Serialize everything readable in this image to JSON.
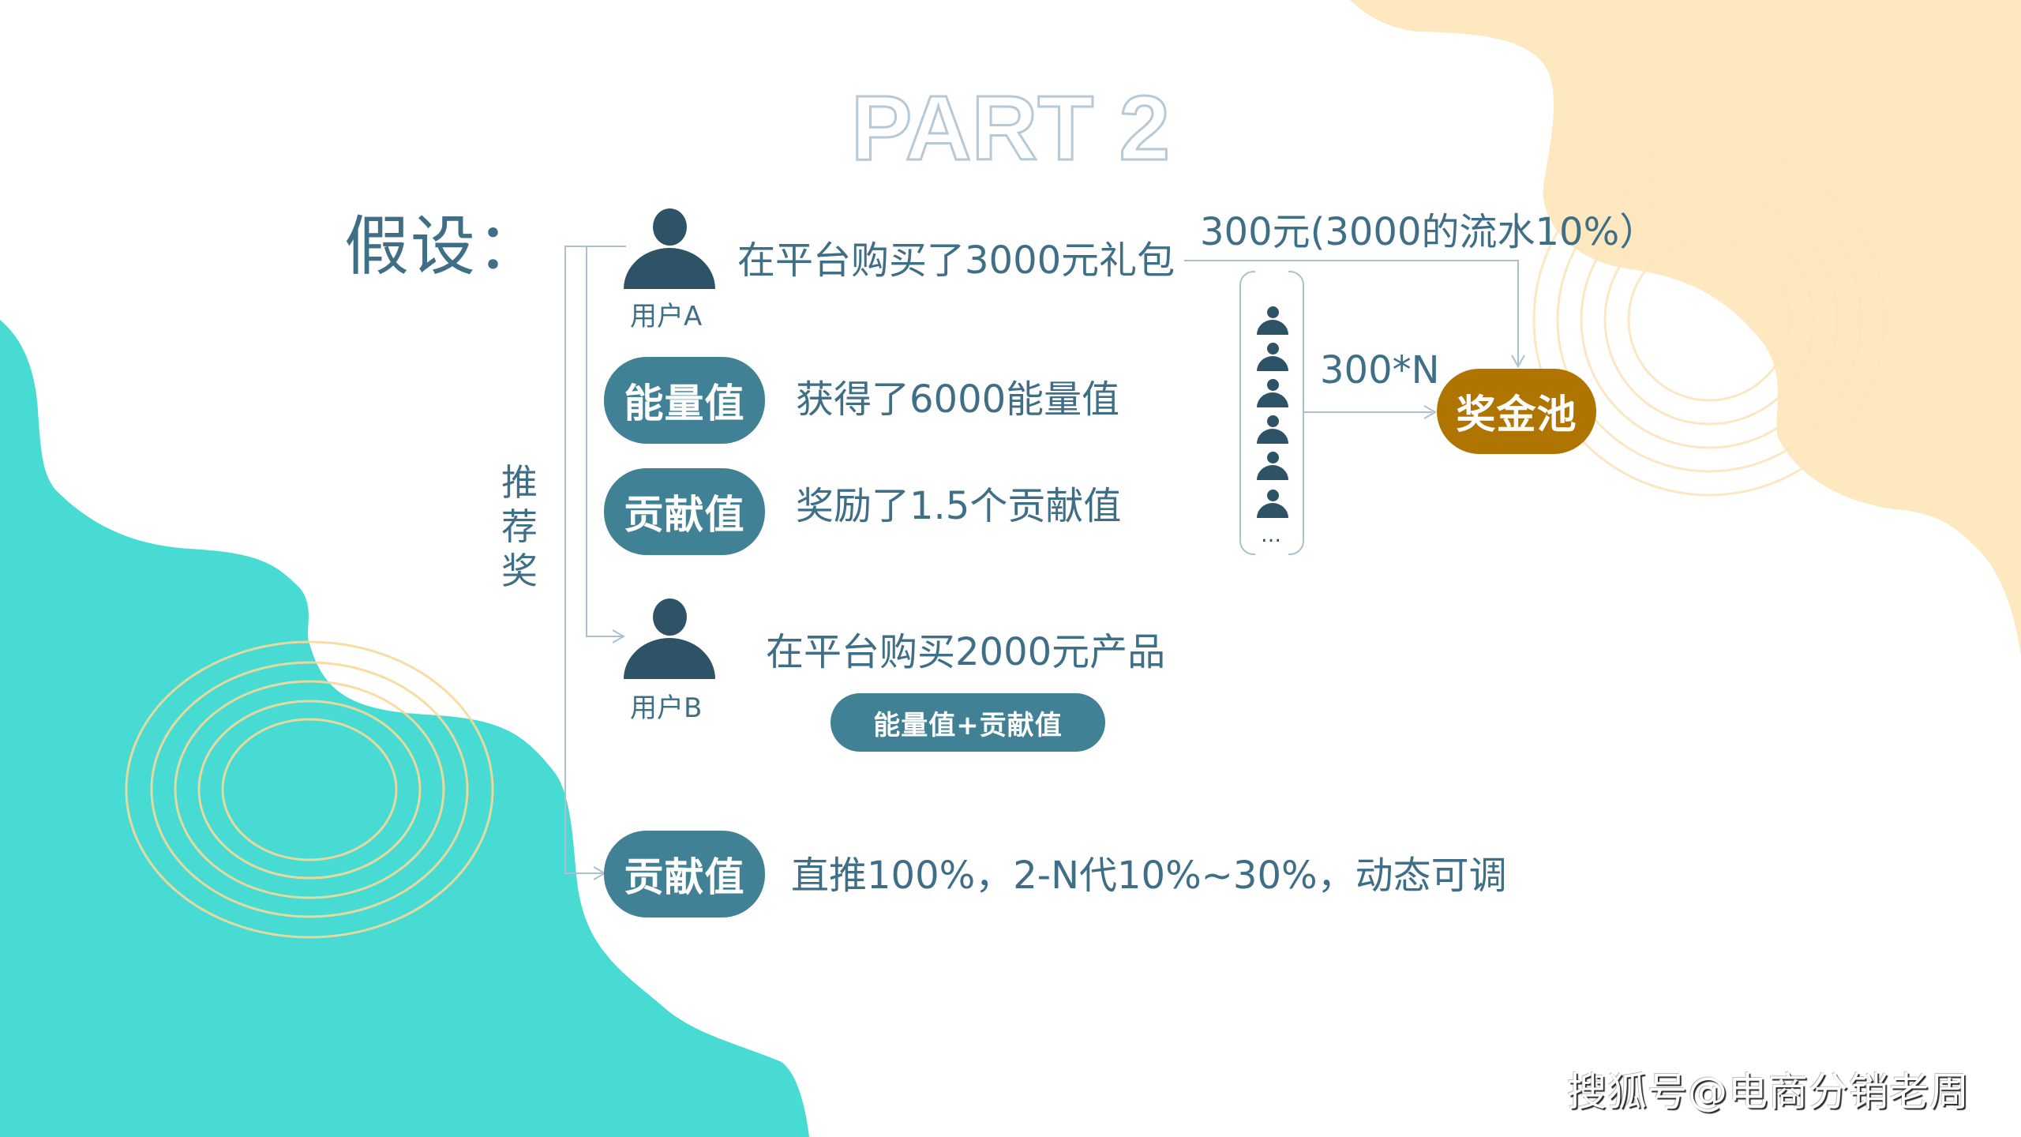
{
  "slide": {
    "part_title": "PART 2",
    "heading": "假设：",
    "side_label": "推荐奖",
    "watermark": "搜狐号@电商分销老周"
  },
  "user_a": {
    "label": "用户A",
    "action": "在平台购买了3000元礼包",
    "rewards": [
      {
        "badge": "能量值",
        "text": "获得了6000能量值"
      },
      {
        "badge": "贡献值",
        "text": "奖励了1.5个贡献值"
      }
    ]
  },
  "user_b": {
    "label": "用户B",
    "action": "在平台购买2000元产品",
    "badge": "能量值+贡献值"
  },
  "referral_rule": {
    "badge": "贡献值",
    "text": "直推100%，2-N代10%~30%，动态可调"
  },
  "pool_flow": {
    "top_label": "300元(3000的流水10%）",
    "crowd_label": "300*N",
    "crowd_count_icons": 6,
    "crowd_more": "…",
    "pool_label": "奖金池"
  },
  "colors": {
    "primary_text": "#3f6e87",
    "pill_teal": "#418196",
    "icon_dark": "#2f5366",
    "pool_gold": "#b07400",
    "bg_teal": "#48dbd4",
    "bg_cream": "#fde8bf",
    "ring": "#f8d998",
    "connector": "#a9c0d0",
    "part_outline": "#b7c9d6"
  }
}
